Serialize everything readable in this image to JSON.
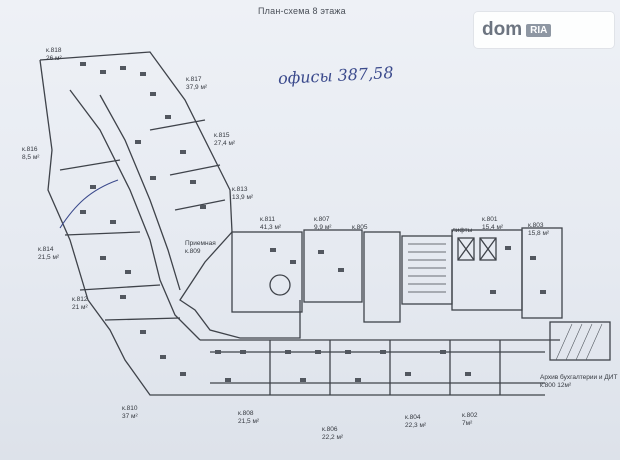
{
  "document": {
    "title": "План-схема 8 этажа",
    "handwritten_note": "офисы 387,58"
  },
  "watermark": {
    "brand": "dom",
    "badge": "RIA"
  },
  "rooms": [
    {
      "id": "r818",
      "number": "к.818",
      "area": "26 м²"
    },
    {
      "id": "r817",
      "number": "к.817",
      "area": "37,9 м²"
    },
    {
      "id": "r815",
      "number": "к.815",
      "area": "27,4 м²"
    },
    {
      "id": "r816",
      "number": "к.816",
      "area": "8,5 м²"
    },
    {
      "id": "r813",
      "number": "к.813",
      "area": "13,9 м²"
    },
    {
      "id": "r811",
      "number": "к.811",
      "area": "41,3 м²"
    },
    {
      "id": "r807",
      "number": "к.807",
      "area": "9,9 м²"
    },
    {
      "id": "r805",
      "number": "к.805",
      "area": ""
    },
    {
      "id": "r801",
      "number": "к.801",
      "area": "15,4 м²"
    },
    {
      "id": "r803",
      "number": "к.803",
      "area": "15,8 м²"
    },
    {
      "id": "r814",
      "number": "к.814",
      "area": "21,5 м²"
    },
    {
      "id": "r809",
      "number": "Приемная",
      "area": "к.809"
    },
    {
      "id": "r812",
      "number": "к.812",
      "area": "21 м²"
    },
    {
      "id": "r810",
      "number": "к.810",
      "area": "37 м²"
    },
    {
      "id": "r808",
      "number": "к.808",
      "area": "21,5 м²"
    },
    {
      "id": "r806",
      "number": "к.806",
      "area": "22,2 м²"
    },
    {
      "id": "r804",
      "number": "к.804",
      "area": "22,3 м²"
    },
    {
      "id": "r802",
      "number": "к.802",
      "area": "7м²"
    },
    {
      "id": "r800",
      "number": "Архив бухгалтерии и ДИТ",
      "area": "к.800 12м²"
    }
  ],
  "labels": {
    "lifts": "лифты"
  }
}
